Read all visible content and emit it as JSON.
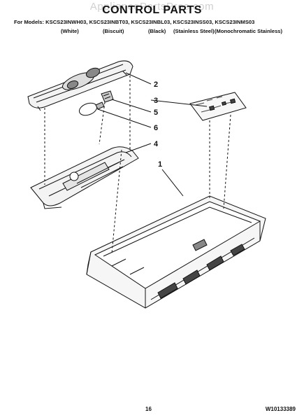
{
  "watermark": "AppliancePartsPros.com",
  "title": "CONTROL PARTS",
  "models_line": "For Models: KSCS23INWH03, KSCS23INBT03, KSCS23INBL03, KSCS23INSS03, KSCS23INMS03",
  "finishes": [
    "(White)",
    "(Biscuit)",
    "(Black)",
    "(Stainless Steel)",
    "(Monochromatic Stainless)"
  ],
  "callouts": [
    "1",
    "2",
    "3",
    "4",
    "5",
    "6"
  ],
  "page_number": "16",
  "document_number": "W10133389"
}
